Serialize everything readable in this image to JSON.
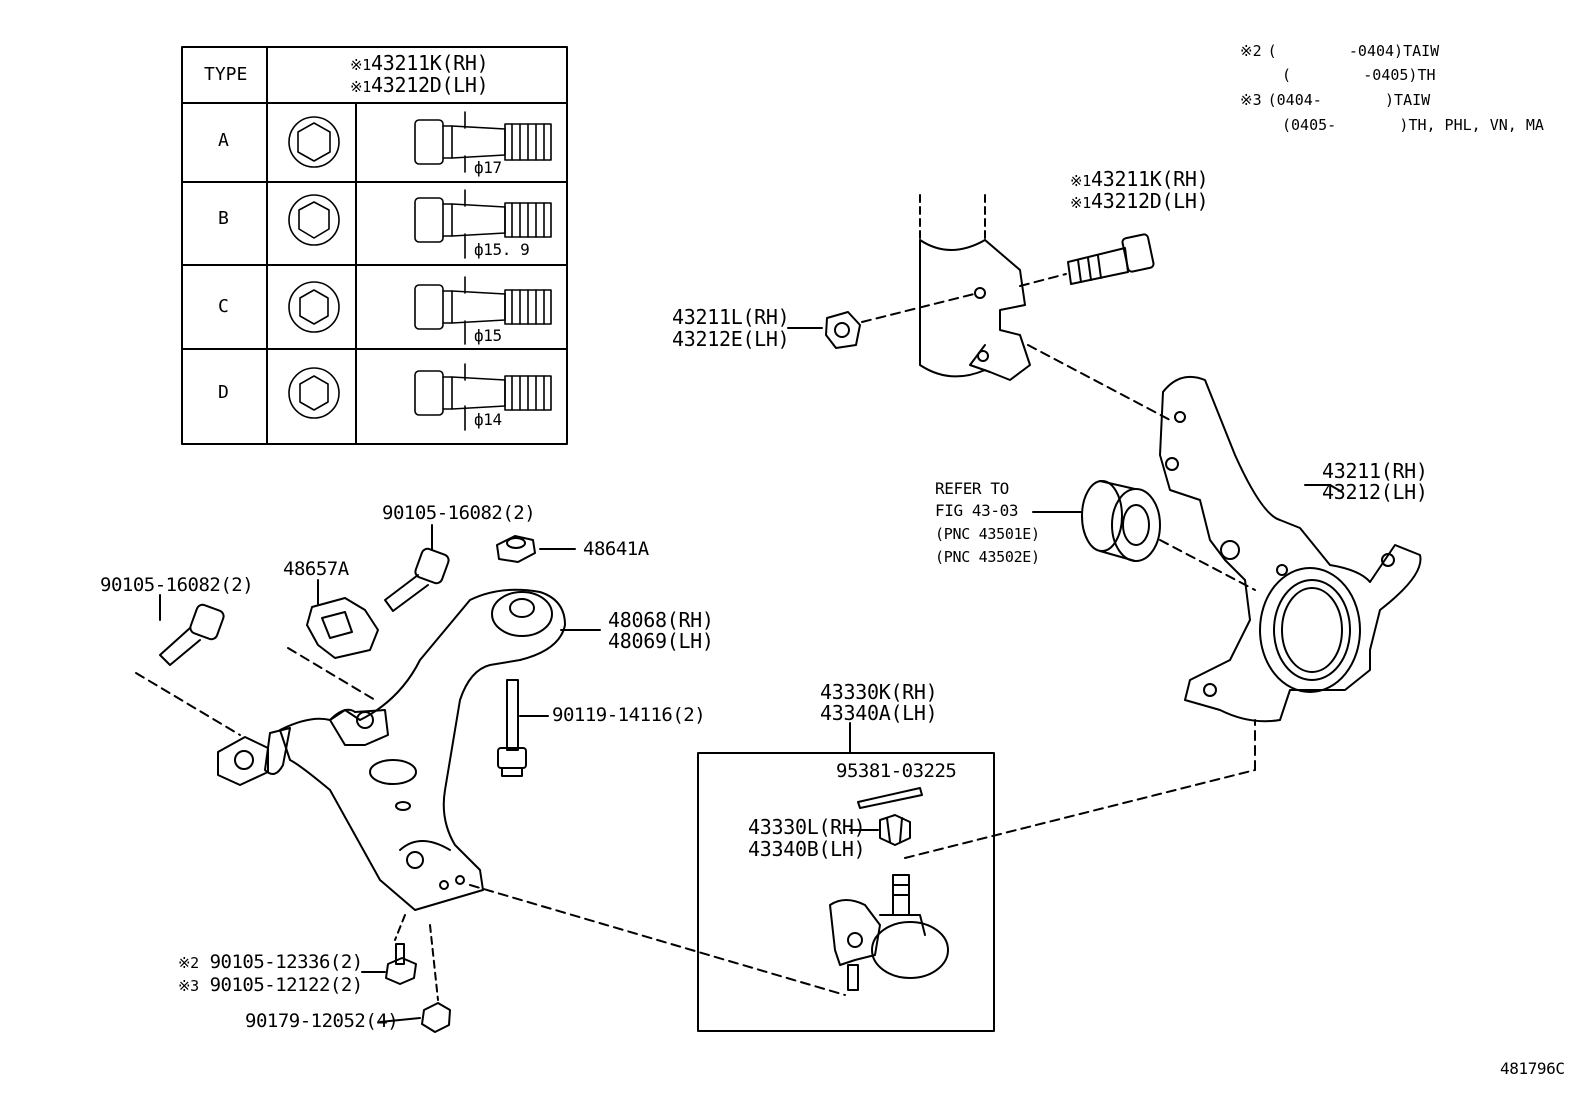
{
  "table": {
    "header_type": "TYPE",
    "header_parts": [
      "43211K(RH)",
      "43212D(LH)"
    ],
    "header_mark": "※1",
    "rows": [
      {
        "type": "A",
        "dia": "ф17"
      },
      {
        "type": "B",
        "dia": "ф15. 9"
      },
      {
        "type": "C",
        "dia": "ф15"
      },
      {
        "type": "D",
        "dia": "ф14"
      }
    ]
  },
  "notes": [
    {
      "mark": "※2",
      "range": "(        -0404)",
      "market": "TAIW"
    },
    {
      "mark": "",
      "range": "(        -0405)",
      "market": "TH"
    },
    {
      "mark": "※3",
      "range": "(0404-       )",
      "market": "TAIW"
    },
    {
      "mark": "",
      "range": "(0405-       )",
      "market": "TH, PHL, VN, MA"
    }
  ],
  "labels": {
    "bolt_top_mark": "※1",
    "bolt_top_rh": "43211K(RH)",
    "bolt_top_lh": "43212D(LH)",
    "nut_rh": "43211L(RH)",
    "nut_lh": "43212E(LH)",
    "knuckle_rh": "43211(RH)",
    "knuckle_lh": "43212(LH)",
    "refer_line1": "REFER TO",
    "refer_line2": "FIG 43-03",
    "refer_pnc1": "(PNC 43501E)",
    "refer_pnc2": "(PNC 43502E)",
    "bolt_a": "90105-16082(2)",
    "bolt_b": "90105-16082(2)",
    "nut_48641": "48641A",
    "stopper_48657": "48657A",
    "arm_rh": "48068(RH)",
    "arm_lh": "48069(LH)",
    "bolt_90119": "90119-14116(2)",
    "balljoint_rh": "43330K(RH)",
    "balljoint_lh": "43340A(LH)",
    "pin": "95381-03225",
    "bj_nut_rh": "43330L(RH)",
    "bj_nut_lh": "43340B(LH)",
    "mark2": "※2",
    "mark3": "※3",
    "bolt_12336": "90105-12336(2)",
    "bolt_12122": "90105-12122(2)",
    "nut_12052": "90179-12052(4)",
    "figure_id": "481796C"
  }
}
